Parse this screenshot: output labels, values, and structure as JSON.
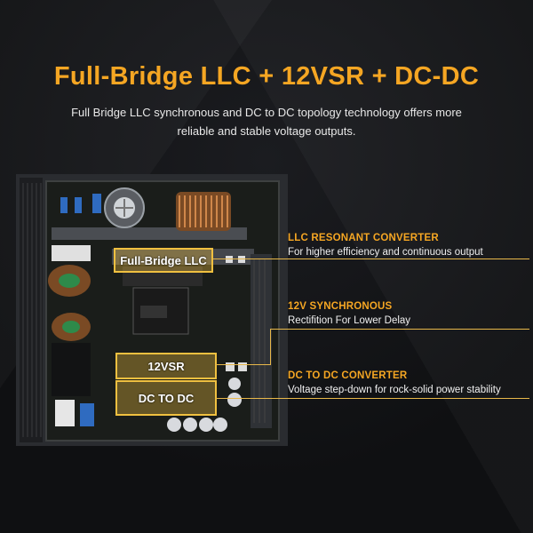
{
  "header": {
    "title": "Full-Bridge LLC + 12VSR + DC-DC",
    "subtitle": "Full Bridge LLC synchronous and DC to DC topology technology offers more reliable and stable voltage outputs."
  },
  "labels": {
    "llc_box": "Full-Bridge LLC",
    "vsr_box": "12VSR",
    "dcdc_box": "DC TO DC"
  },
  "callouts": [
    {
      "heading": "LLC RESONANT CONVERTER",
      "description": "For higher efficiency and continuous output"
    },
    {
      "heading": "12V SYNCHRONOUS",
      "description": "Rectifition For Lower Delay"
    },
    {
      "heading": "DC TO DC CONVERTER",
      "description": "Voltage step-down for rock-solid power stability"
    }
  ],
  "colors": {
    "accent": "#f5a623",
    "highlight": "#f0c040",
    "background": "#111214"
  }
}
